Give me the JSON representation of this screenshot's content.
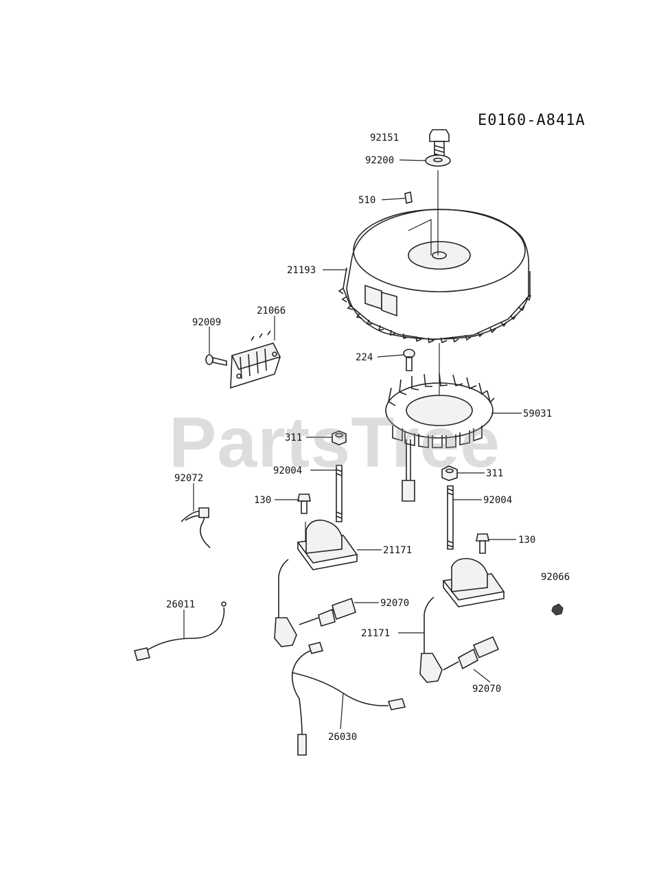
{
  "diagram_id": "E0160-A841A",
  "watermark": "PartsTree",
  "parts": {
    "p92151": "92151",
    "p92200": "92200",
    "p510": "510",
    "p21193": "21193",
    "p21066": "21066",
    "p92009": "92009",
    "p224": "224",
    "p59031": "59031",
    "p311_a": "311",
    "p311_b": "311",
    "p92072": "92072",
    "p92004_a": "92004",
    "p92004_b": "92004",
    "p130_a": "130",
    "p130_b": "130",
    "p21171_a": "21171",
    "p21171_b": "21171",
    "p92066": "92066",
    "p26011": "26011",
    "p92070_a": "92070",
    "p92070_b": "92070",
    "p26030": "26030"
  }
}
